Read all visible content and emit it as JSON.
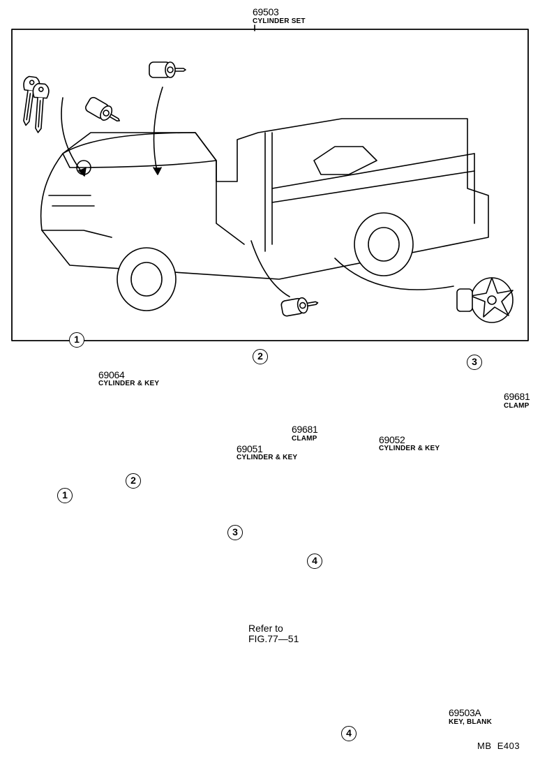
{
  "set": {
    "part": "69503",
    "name": "CYLINDER SET"
  },
  "groups": [
    {
      "num": "1",
      "part": "69064",
      "name": "CYLINDER & KEY"
    },
    {
      "num": "2",
      "part": "69051",
      "name": "CYLINDER & KEY",
      "clamp_part": "69681",
      "clamp_name": "CLAMP"
    },
    {
      "num": "3",
      "part": "69052",
      "name": "CYLINDER & KEY",
      "clamp_part": "69681",
      "clamp_name": "CLAMP"
    },
    {
      "num": "4",
      "ref_line1": "Refer to",
      "ref_line2": "FIG.77—51"
    }
  ],
  "blank_key": {
    "part": "69503A",
    "name": "KEY, BLANK"
  },
  "diagram_code": "MB  E403"
}
